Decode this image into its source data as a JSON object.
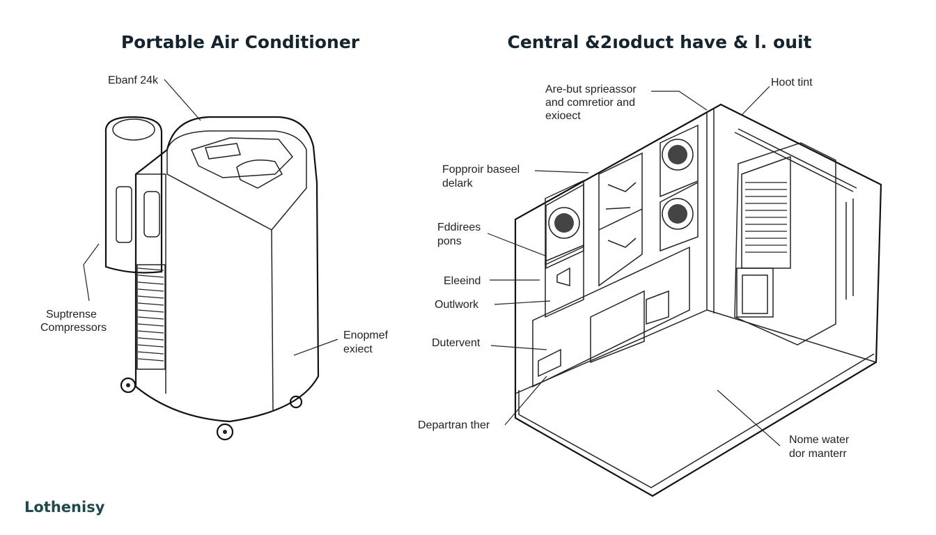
{
  "left": {
    "title": "Portable Air Conditioner",
    "labels": {
      "top": "Ebanf 24k",
      "compressor_1": "Suptrense",
      "compressor_2": "Compressors",
      "exhaust_1": "Enopmef",
      "exhaust_2": "exiect"
    }
  },
  "right": {
    "title": "Central &2ıoduct have & l. ouit",
    "labels": {
      "top_1": "Are-but sprieassor",
      "top_2": "and comretior and",
      "top_3": "exioect",
      "hoot": "Hoot tint",
      "base_1": "Fopproir baseel",
      "base_2": "delark",
      "fdd_1": "Fddirees",
      "fdd_2": "pons",
      "eleeind": "Eleeind",
      "outlwork": "Outlwork",
      "dutervent": "Dutervent",
      "departran": "Departran ther",
      "water_1": "Nome water",
      "water_2": "dor manterr"
    }
  },
  "logo": {
    "text": "Lothenisy"
  }
}
